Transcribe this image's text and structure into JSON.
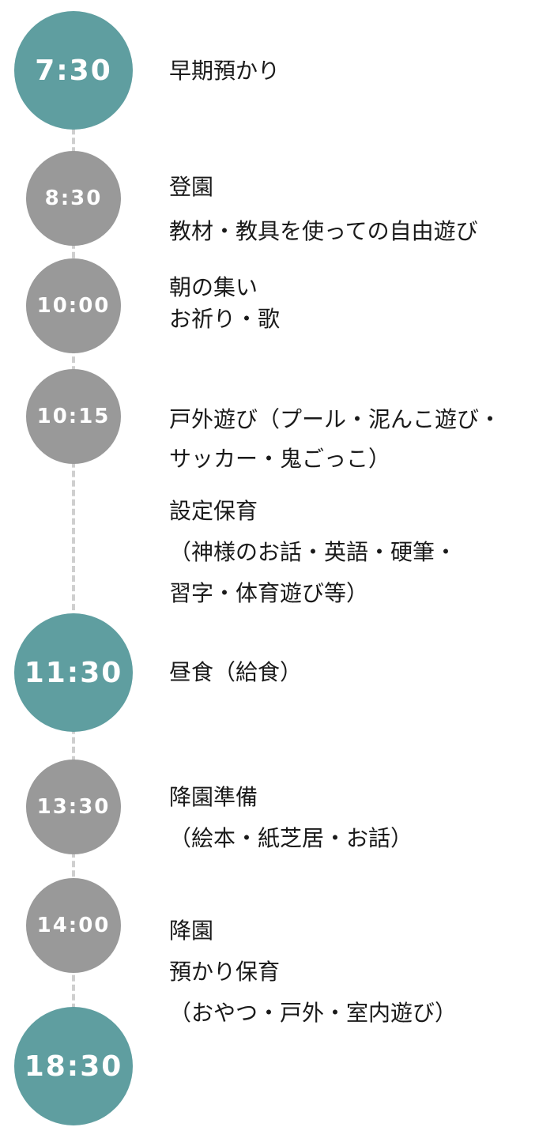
{
  "colors": {
    "major_circle": "#5f9ea0",
    "minor_circle": "#999999",
    "line": "#cfcfcf",
    "text": "#1a1a1a"
  },
  "times": [
    "7:30",
    "8:30",
    "10:00",
    "10:15",
    "11:30",
    "13:30",
    "14:00",
    "18:30"
  ],
  "blocks": [
    {
      "lines": [
        "早期預かり"
      ]
    },
    {
      "lines": [
        "登園"
      ]
    },
    {
      "lines": [
        "教材・教具を使っての自由遊び"
      ]
    },
    {
      "lines": [
        "朝の集い",
        "お祈り・歌"
      ]
    },
    {
      "lines": [
        "戸外遊び（プール・泥んこ遊び・",
        "サッカー・鬼ごっこ）"
      ]
    },
    {
      "lines": [
        "設定保育",
        "（神様のお話・英語・硬筆・",
        "習字・体育遊び等）"
      ]
    },
    {
      "lines": [
        "昼食（給食）"
      ]
    },
    {
      "lines": [
        "降園準備",
        "（絵本・紙芝居・お話）"
      ]
    },
    {
      "lines": [
        "降園",
        "預かり保育",
        "（おやつ・戸外・室内遊び）"
      ]
    }
  ]
}
